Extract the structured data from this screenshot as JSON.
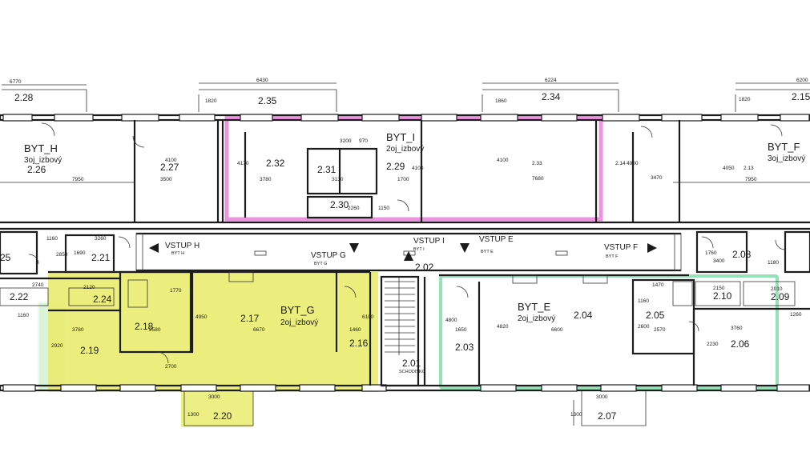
{
  "colors": {
    "wall": "#1c1c1c",
    "byt_g_fill": "#e9ec6e",
    "byt_i_outline": "#e66fd6",
    "byt_e_outline": "#72d8a2",
    "byt_g_glow": "#c9f0c9"
  },
  "apartments": {
    "byt_h": {
      "name": "BYT_H",
      "type": "3oj_izbový"
    },
    "byt_i": {
      "name": "BYT_I",
      "type": "2oj_izbový"
    },
    "byt_f": {
      "name": "BYT_F",
      "type": "3oj_izbový"
    },
    "byt_g": {
      "name": "BYT_G",
      "type": "2oj_izbový"
    },
    "byt_e": {
      "name": "BYT_E",
      "type": "2oj_izbový"
    }
  },
  "rooms": {
    "r228": "2.28",
    "r235": "2.35",
    "r234": "2.34",
    "r215": "2.15",
    "r226": "2.26",
    "r227": "2.27",
    "r232": "2.32",
    "r231": "2.31",
    "r229": "2.29",
    "r230": "2.30",
    "r233": "2.33",
    "r214": "2.14",
    "r213": "2.13",
    "r25": "25",
    "r221": "2.21",
    "r202": "2.02",
    "r208": "2.08",
    "r222": "2.22",
    "r224": "2.24",
    "r218": "2.18",
    "r217": "2.17",
    "r219": "2.19",
    "r216": "2.16",
    "r201": "2.01",
    "r203": "2.03",
    "r204": "2.04",
    "r205": "2.05",
    "r210": "2.10",
    "r209": "2.09",
    "r206": "2.06",
    "r220": "2.20",
    "r207": "2.07"
  },
  "corridor": {
    "vstup_h": "VSTUP H",
    "byt_h_small": "BYT H",
    "vstup_g": "VSTUP G",
    "byt_g_small": "BYT G",
    "vstup_i": "VSTUP I",
    "byt_i_small": "BYT I",
    "vstup_e": "VSTUP E",
    "byt_e_small": "BYT E",
    "vstup_f": "VSTUP F",
    "byt_f_small": "BYT F",
    "schodisko": "SCHODISKO"
  },
  "dimensions": {
    "d6770": "6770",
    "d6430": "6430",
    "d6224": "6224",
    "d6200": "6200",
    "d1820a": "1820",
    "d1860": "1860",
    "d1820b": "1820",
    "d7950a": "7950",
    "d3500": "3500",
    "d4100a": "4100",
    "d4170": "4170",
    "d3780a": "3780",
    "d3200": "3200",
    "d970": "970",
    "d3130": "3130",
    "d1700": "1700",
    "d4100b": "4100",
    "d7680": "7680",
    "d4100c": "4100",
    "d4950": "4950",
    "d3470": "3470",
    "d4050": "4050",
    "d7950b": "7950",
    "d2260": "2260",
    "d1150": "1150",
    "d1160a": "1160",
    "d3260": "3260",
    "d1690": "1690",
    "d2850": "2850",
    "d3400": "3400",
    "d1180": "1180",
    "d1760": "1760",
    "d2740": "2740",
    "d2120": "2120",
    "d1770": "1770",
    "d4950b": "4950",
    "d6100": "6100",
    "d1160b": "1160",
    "d3780b": "3780",
    "d2580": "2580",
    "d6670": "6670",
    "d1460": "1460",
    "d2920": "2920",
    "d2700": "2700",
    "d3000a": "3000",
    "d1300a": "1300",
    "d4800": "4800",
    "d4820": "4820",
    "d1650": "1650",
    "d6600": "6600",
    "d1470": "1470",
    "d1160c": "1160",
    "d2600": "2600",
    "d2570": "2570",
    "d2150": "2150",
    "d2010": "2010",
    "d1260": "1260",
    "d3760": "3760",
    "d2230": "2230",
    "d3000b": "3000",
    "d1300b": "1300"
  }
}
